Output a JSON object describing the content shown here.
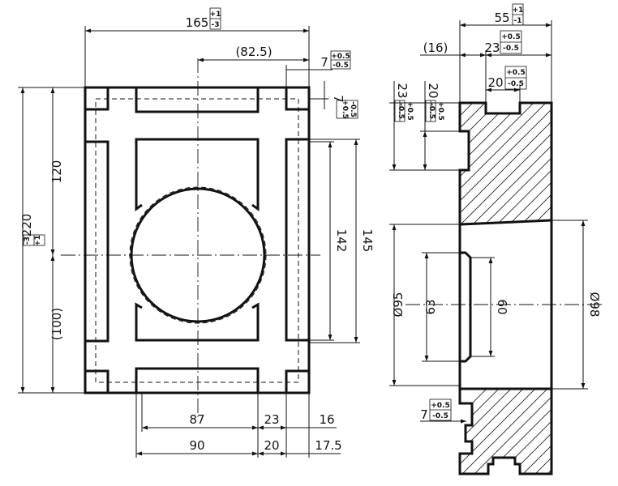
{
  "front_view": {
    "width_dim": "165",
    "width_tol_upper": "+1",
    "width_tol_lower": "-3",
    "half_width_dim": "(82.5)",
    "corner_dim_a": "7",
    "corner_a_tol_upper": "+0.5",
    "corner_a_tol_lower": "-0.5",
    "corner_dim_b": "7",
    "corner_b_tol_upper": "+0.5",
    "corner_b_tol_lower": "-0.5",
    "height_dim": "220",
    "height_tol_upper": "+1",
    "height_tol_lower": "-3",
    "upper_height_dim": "120",
    "lower_height_dim": "(100)",
    "inner_height_dim": "142",
    "outer_height_dim": "145",
    "bottom_dims_row1": [
      "87",
      "23",
      "16"
    ],
    "bottom_dims_row2": [
      "90",
      "20",
      "17.5"
    ]
  },
  "side_view": {
    "width_dim": "55",
    "width_tol_upper": "+1",
    "width_tol_lower": "-1",
    "offset_dim": "(16)",
    "slot_depth_dim": "23",
    "slot_depth_tol_upper": "+0.5",
    "slot_depth_tol_lower": "-0.5",
    "slot_width_dim": "20",
    "slot_width_tol_upper": "+0.5",
    "slot_width_tol_lower": "-0.5",
    "left_slot_height_dim": "23",
    "left_slot_height_tol_upper": "+0.5",
    "left_slot_height_tol_lower": "-0.5",
    "left_slot_width_dim": "20",
    "left_slot_width_tol_upper": "+0.5",
    "left_slot_width_tol_lower": "-0.5",
    "bore_outer_dia": "Ø95",
    "bore_outer_right_dia": "Ø98",
    "bore_inner_dia": "63",
    "bore_inner_right_dia": "60",
    "bottom_slot_dim": "7",
    "bottom_slot_tol_upper": "+0.5",
    "bottom_slot_tol_lower": "-0.5"
  }
}
